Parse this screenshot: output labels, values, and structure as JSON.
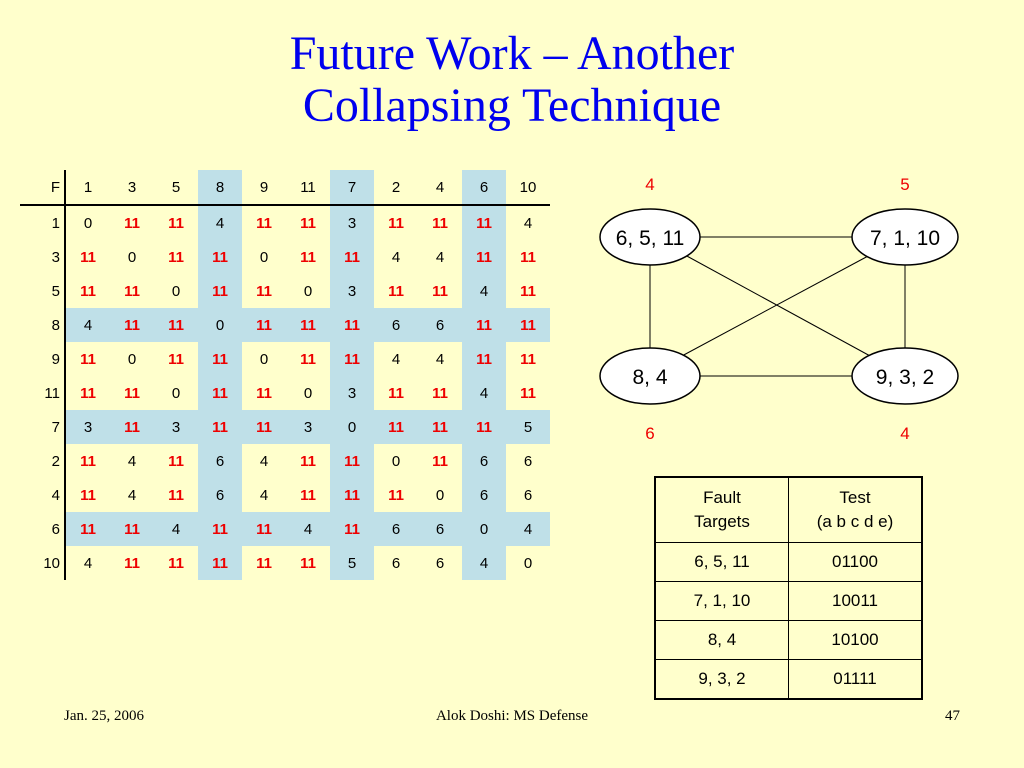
{
  "title": {
    "line1": "Future Work – Another",
    "line2": "Collapsing Technique"
  },
  "matrix": {
    "header": [
      "F",
      "1",
      "3",
      "5",
      "8",
      "9",
      "11",
      "7",
      "2",
      "4",
      "6",
      "10"
    ],
    "rows": [
      [
        "1",
        "0",
        "11",
        "11",
        "4",
        "11",
        "11",
        "3",
        "11",
        "11",
        "11",
        "4"
      ],
      [
        "3",
        "11",
        "0",
        "11",
        "11",
        "0",
        "11",
        "11",
        "4",
        "4",
        "11",
        "11"
      ],
      [
        "5",
        "11",
        "11",
        "0",
        "11",
        "11",
        "0",
        "3",
        "11",
        "11",
        "4",
        "11"
      ],
      [
        "8",
        "4",
        "11",
        "11",
        "0",
        "11",
        "11",
        "11",
        "6",
        "6",
        "11",
        "11"
      ],
      [
        "9",
        "11",
        "0",
        "11",
        "11",
        "0",
        "11",
        "11",
        "4",
        "4",
        "11",
        "11"
      ],
      [
        "11",
        "11",
        "11",
        "0",
        "11",
        "11",
        "0",
        "3",
        "11",
        "11",
        "4",
        "11"
      ],
      [
        "7",
        "3",
        "11",
        "3",
        "11",
        "11",
        "3",
        "0",
        "11",
        "11",
        "11",
        "5"
      ],
      [
        "2",
        "11",
        "4",
        "11",
        "6",
        "4",
        "11",
        "11",
        "0",
        "11",
        "6",
        "6"
      ],
      [
        "4",
        "11",
        "4",
        "11",
        "6",
        "4",
        "11",
        "11",
        "11",
        "0",
        "6",
        "6"
      ],
      [
        "6",
        "11",
        "11",
        "4",
        "11",
        "11",
        "4",
        "11",
        "6",
        "6",
        "0",
        "4"
      ],
      [
        "10",
        "4",
        "11",
        "11",
        "11",
        "11",
        "11",
        "5",
        "6",
        "6",
        "4",
        "0"
      ]
    ],
    "highlight_rows": [
      "8",
      "7",
      "6"
    ],
    "highlight_cols": [
      "8",
      "7",
      "6"
    ],
    "accent_value": "11",
    "accent_color": "#ee0000",
    "highlight_color": "#bfe0e8"
  },
  "graph": {
    "nodes": [
      {
        "id": "n1",
        "label": "6, 5, 11",
        "top_label": "4"
      },
      {
        "id": "n2",
        "label": "7, 1, 10",
        "top_label": "5"
      },
      {
        "id": "n3",
        "label": "8, 4",
        "bottom_label": "6"
      },
      {
        "id": "n4",
        "label": "9, 3, 2",
        "bottom_label": "4"
      }
    ],
    "label_color": "#ee0000"
  },
  "fault_table": {
    "headers": [
      {
        "line1": "Fault",
        "line2": "Targets"
      },
      {
        "line1": "Test",
        "line2": "(a b c d e)"
      }
    ],
    "rows": [
      [
        "6, 5, 11",
        "01100"
      ],
      [
        "7, 1, 10",
        "10011"
      ],
      [
        "8, 4",
        "10100"
      ],
      [
        "9, 3, 2",
        "01111"
      ]
    ]
  },
  "footer": {
    "date": "Jan. 25, 2006",
    "center": "Alok Doshi: MS Defense",
    "page": "47"
  }
}
